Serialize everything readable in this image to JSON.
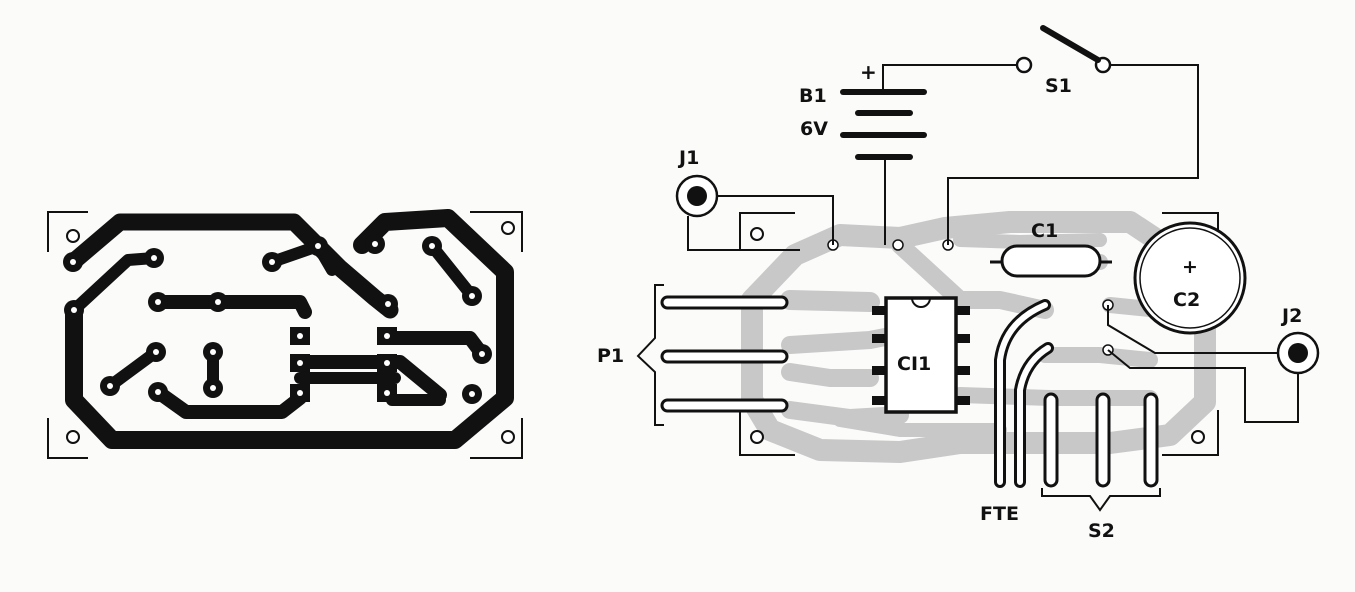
{
  "labels": {
    "b1": "B1",
    "six_v": "6V",
    "plus_battery": "+",
    "s1": "S1",
    "j1": "J1",
    "c1": "C1",
    "c2": "C2",
    "plus_c2": "+",
    "j2": "J2",
    "p1": "P1",
    "ci1": "CI1",
    "fte": "FTE",
    "s2": "S2"
  },
  "colors": {
    "ink": "#111111",
    "copper_shadow": "#c8c8c8",
    "paper": "#fbfbfa"
  }
}
